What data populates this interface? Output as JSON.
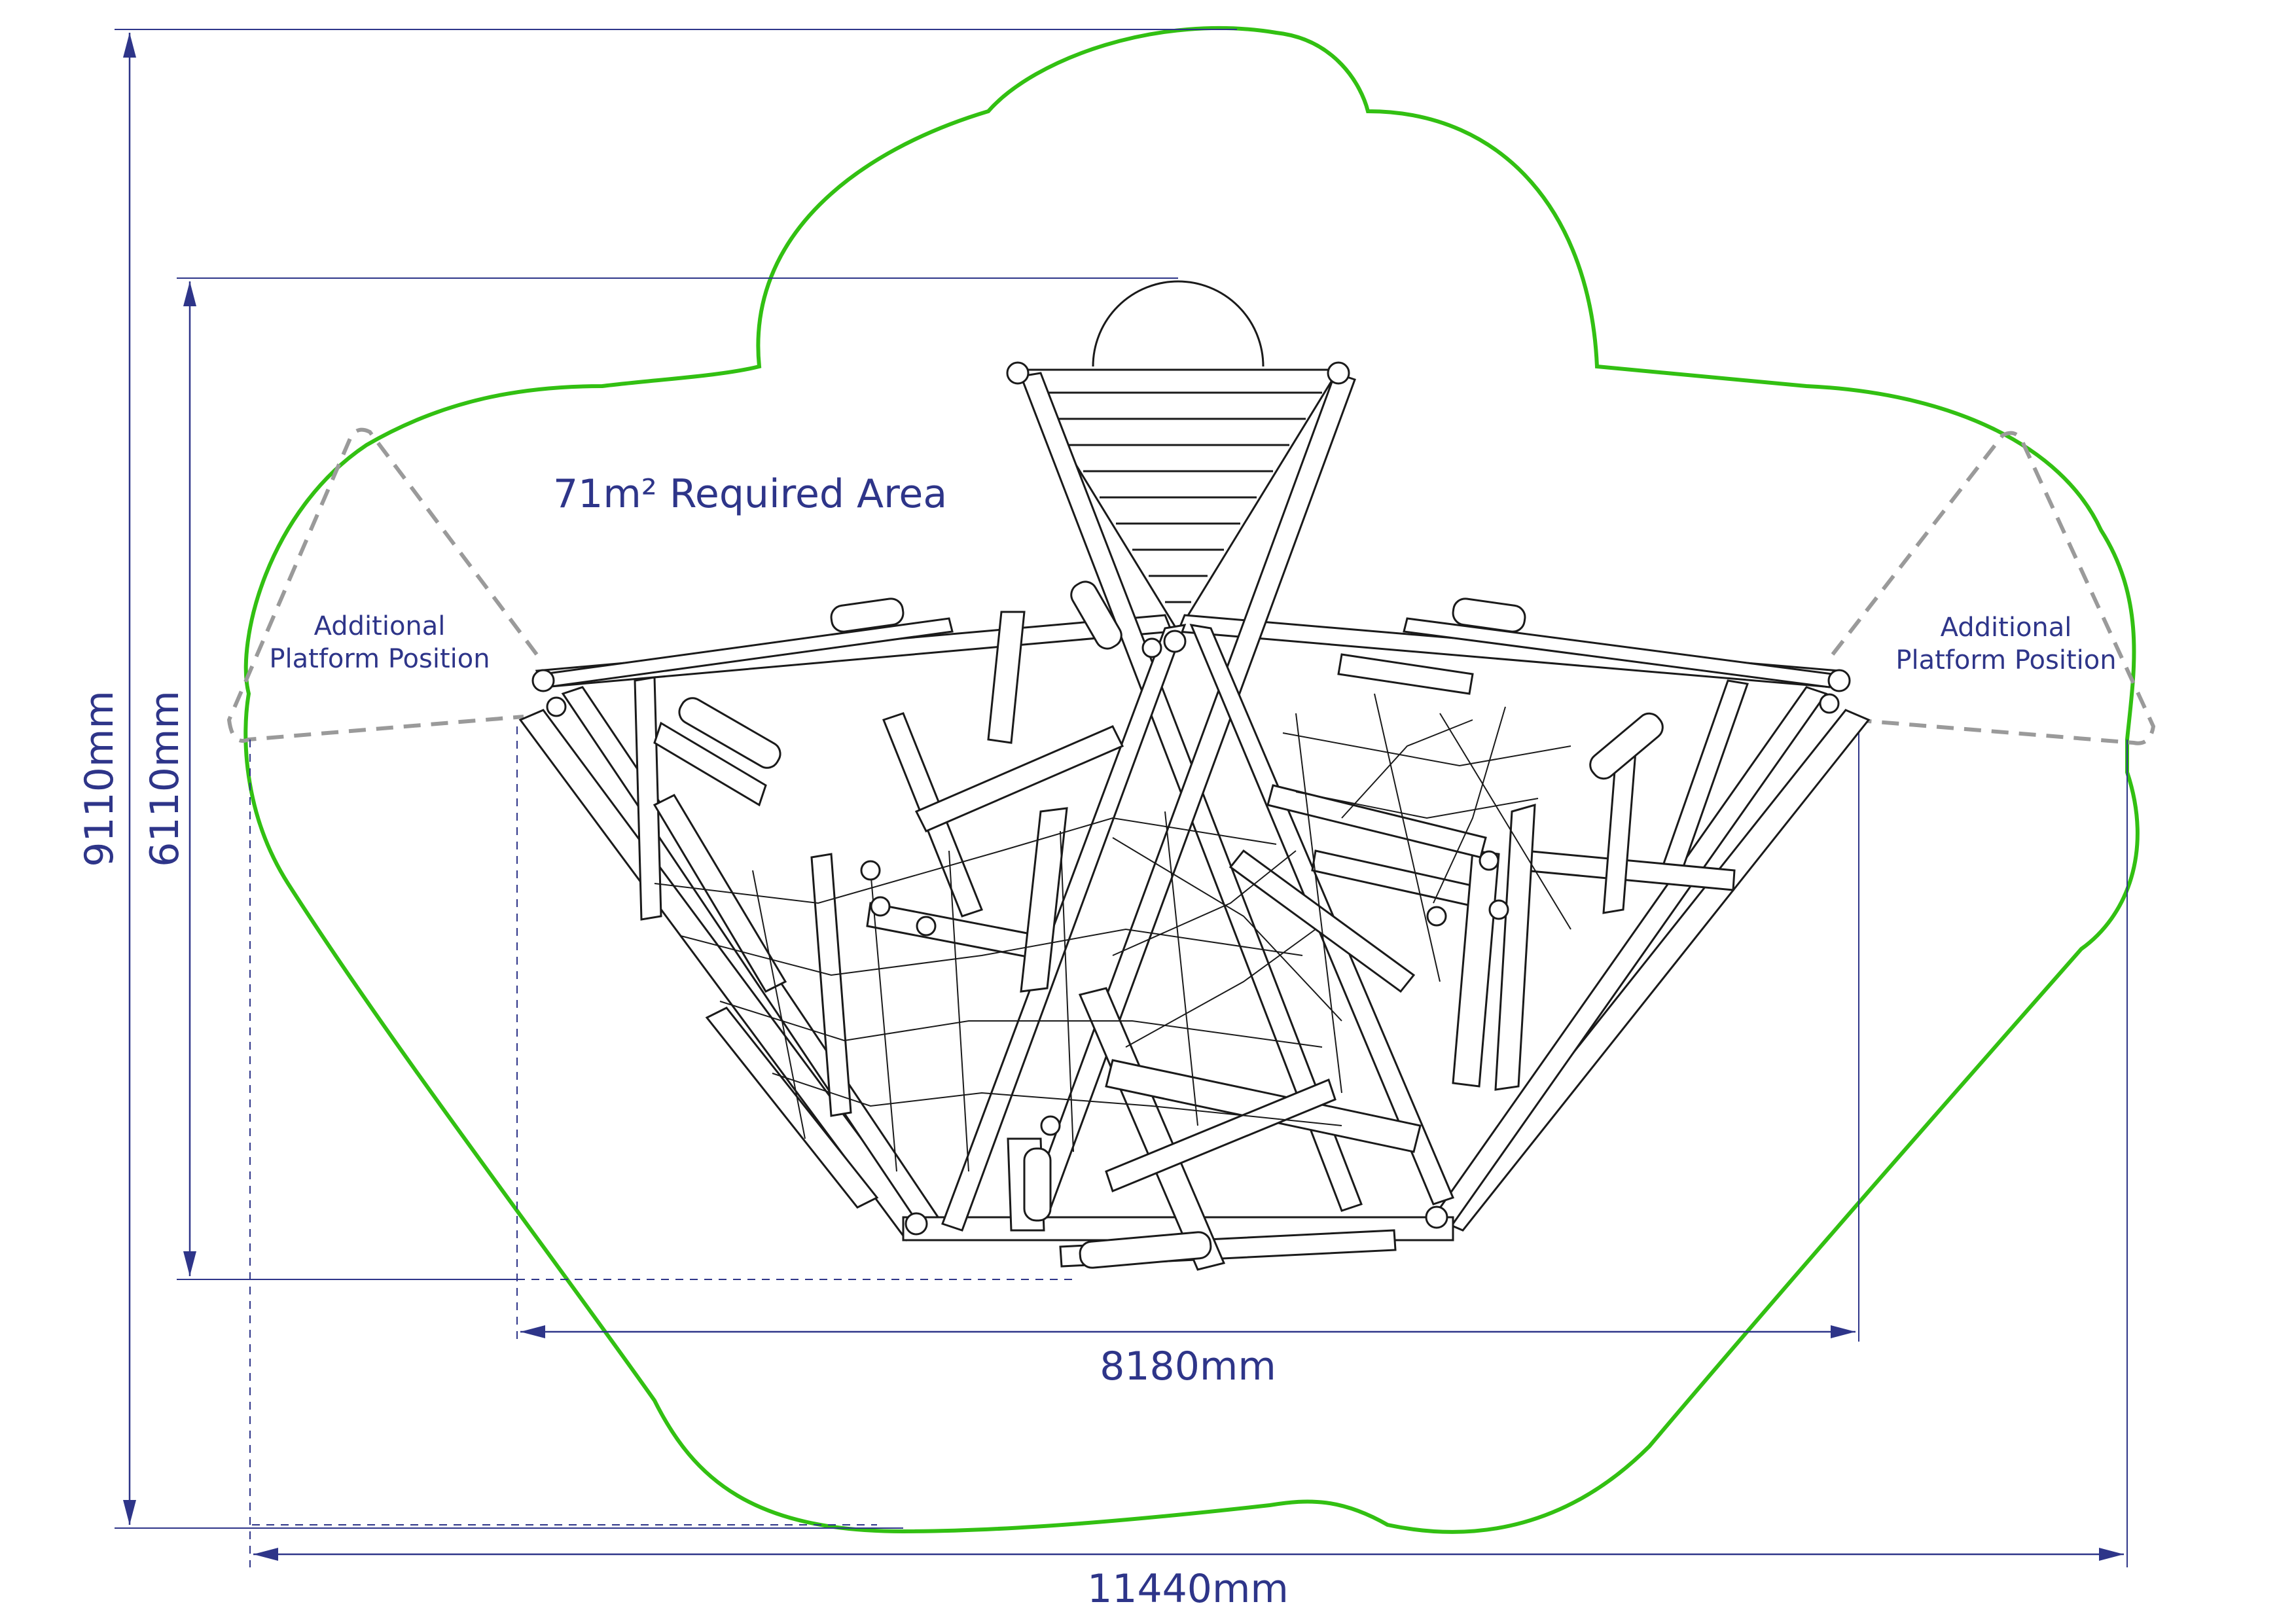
{
  "area_label": "71m² Required Area",
  "platform_left": [
    "Additional",
    "Platform Position"
  ],
  "platform_right": [
    "Additional",
    "Platform Position"
  ],
  "dimensions": {
    "total_height": "9110mm",
    "equipment_height": "6110mm",
    "equipment_width": "8180mm",
    "total_width": "11440mm"
  },
  "colors": {
    "dimension": "#2e3589",
    "safety_zone": "#32c012",
    "optional_platform": "#9a9a9a",
    "equipment": "#1a1a1a"
  }
}
